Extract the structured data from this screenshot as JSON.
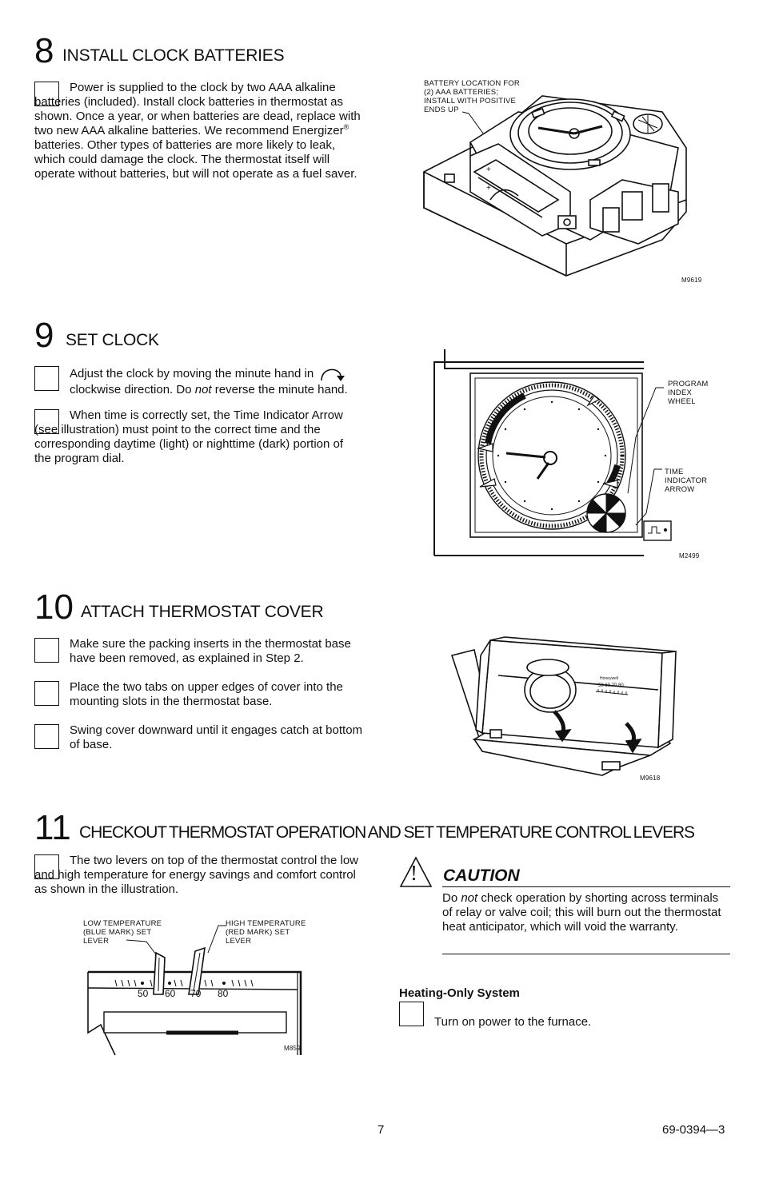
{
  "section8": {
    "number": "8",
    "title": "INSTALL CLOCK BATTERIES",
    "para1_a": "Power is supplied to the clock by two AAA alkaline batteries (included). Install clock batteries in thermostat as shown. Once a year, or when batteries are dead, replace with two new AAA alkaline batteries. We recommend Energizer",
    "para1_reg": "®",
    "para1_b": " batteries. Other types of batteries are more likely to leak, which could damage the clock. The thermostat itself will operate without batteries, but will not operate as a fuel saver.",
    "figure_label": "BATTERY LOCATION FOR (2) AAA BATTERIES; INSTALL WITH POSITIVE ENDS UP",
    "figure_id": "M9619"
  },
  "section9": {
    "number": "9",
    "title": "SET CLOCK",
    "para1_a": "Adjust the clock by moving the minute hand in",
    "para1_b": "clockwise direction. Do ",
    "para1_em": "not",
    "para1_c": " reverse the minute hand.",
    "para2": "When time is correctly set, the Time Indicator Arrow (see illustration) must point to the correct time and the corresponding daytime (light) or nighttime (dark) portion of the program dial.",
    "label_program": "PROGRAM INDEX WHEEL",
    "label_time": "TIME INDICATOR ARROW",
    "figure_id": "M2499"
  },
  "section10": {
    "number": "10",
    "title": "ATTACH THERMOSTAT COVER",
    "para1": "Make sure the packing inserts in the thermostat base have been removed, as explained in Step 2.",
    "para2": "Place the two tabs on upper edges of cover into the mounting slots in the thermostat base.",
    "para3": "Swing cover downward until it engages catch at bottom of base.",
    "brand": "Honeywell",
    "scale": "50 60 70 80",
    "figure_id": "M9618"
  },
  "section11": {
    "number": "11",
    "title": "CHECKOUT THERMOSTAT OPERATION AND SET TEMPERATURE CONTROL LEVERS",
    "para1": "The two levers on top of the thermostat control the low and high temperature for energy savings and comfort control as shown in the illustration.",
    "label_low": "LOW TEMPERATURE (BLUE MARK) SET LEVER",
    "label_high": "HIGH TEMPERATURE (RED MARK) SET LEVER",
    "scale": [
      "50",
      "60",
      "70",
      "80"
    ],
    "figure_id": "M859",
    "caution": {
      "icon": "!",
      "title": "CAUTION",
      "text_a": "Do ",
      "text_em": "not",
      "text_b": " check operation by shorting across terminals of relay or valve coil; this will burn out the thermostat heat anticipator, which will void the warranty."
    },
    "heating": {
      "title": "Heating-Only System",
      "step": "Turn on power to the furnace."
    }
  },
  "footer": {
    "page": "7",
    "doc": "69-0394—3"
  }
}
